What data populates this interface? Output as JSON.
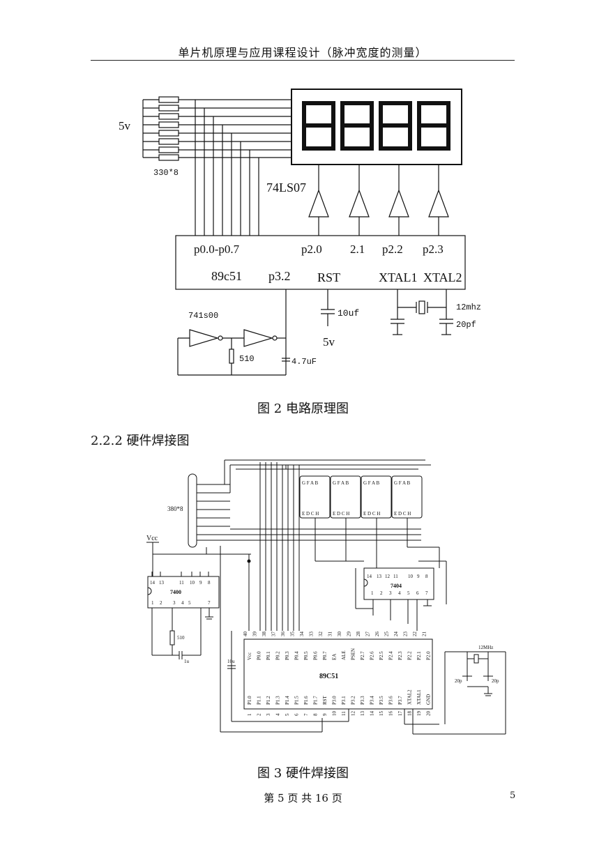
{
  "header": {
    "title": "单片机原理与应用课程设计（脉冲宽度的测量）"
  },
  "fig2": {
    "label_5v": "5v",
    "label_res": "330*8",
    "label_buffer": "74LS07",
    "pin_p0": "p0.0-p0.7",
    "pin_p20": "p2.0",
    "pin_21": "2.1",
    "pin_p22": "p2.2",
    "pin_p23": "p2.3",
    "chip": "89c51",
    "pin_p32": "p3.2",
    "pin_rst": "RST",
    "pin_xtal1": "XTAL1",
    "pin_xtal2": "XTAL2",
    "cap_10uf": "10uf",
    "rst_5v": "5v",
    "crystal": "12mhz",
    "cap_20pf": "20pf",
    "gate": "741s00",
    "res_510": "510",
    "cap_47": "4.7uF",
    "caption": "图 2 电路原理图"
  },
  "section": {
    "title": "2.2.2 硬件焊接图"
  },
  "fig3": {
    "res_label": "380*8",
    "vcc": "Vcc",
    "chip_7400": "7400",
    "chip_7404": "7404",
    "chip_89c51": "89C51",
    "res_510": "510",
    "cap_1u": "1u",
    "cap_10u": "10u",
    "crystal": "12MHz",
    "cap_20p_a": "20p",
    "cap_20p_b": "20p",
    "seg_top": "G F A B",
    "seg_bottom": "E D C H",
    "top_pins": [
      "40",
      "39",
      "38",
      "37",
      "36",
      "35",
      "34",
      "33",
      "32",
      "31",
      "30",
      "29",
      "28",
      "27",
      "26",
      "25",
      "24",
      "23",
      "22",
      "21"
    ],
    "top_names": [
      "Vcc",
      "P0.0",
      "P0.1",
      "P0.2",
      "P0.3",
      "P0.4",
      "P0.5",
      "P0.6",
      "P0.7",
      "EA",
      "ALE",
      "PSEN",
      "P2.7",
      "P2.6",
      "P2.5",
      "P2.4",
      "P2.3",
      "P2.2",
      "P2.1",
      "P2.0"
    ],
    "bottom_pins": [
      "1",
      "2",
      "3",
      "4",
      "5",
      "6",
      "7",
      "8",
      "9",
      "10",
      "11",
      "12",
      "13",
      "14",
      "15",
      "16",
      "17",
      "18",
      "19",
      "20"
    ],
    "bottom_names": [
      "P1.0",
      "P1.1",
      "P1.2",
      "P1.3",
      "P1.4",
      "P1.5",
      "P1.6",
      "P1.7",
      "RST",
      "P3.0",
      "P3.1",
      "P3.2",
      "P3.3",
      "P3.4",
      "P3.5",
      "P3.6",
      "P3.7",
      "XTAL2",
      "XTAL1",
      "GND"
    ],
    "pins_7400_top": [
      "14",
      "13",
      "11",
      "10",
      "9",
      "8"
    ],
    "pins_7400_bottom": [
      "1",
      "2",
      "3",
      "4",
      "5",
      "7"
    ],
    "pins_7404_top": [
      "14",
      "13",
      "12",
      "11",
      "10",
      "9",
      "8"
    ],
    "pins_7404_bottom": [
      "1",
      "2",
      "3",
      "4",
      "5",
      "6",
      "7"
    ],
    "caption": "图 3  硬件焊接图"
  },
  "footer": {
    "page_text": "第  5  页  共  16 页",
    "page_number": "5"
  }
}
